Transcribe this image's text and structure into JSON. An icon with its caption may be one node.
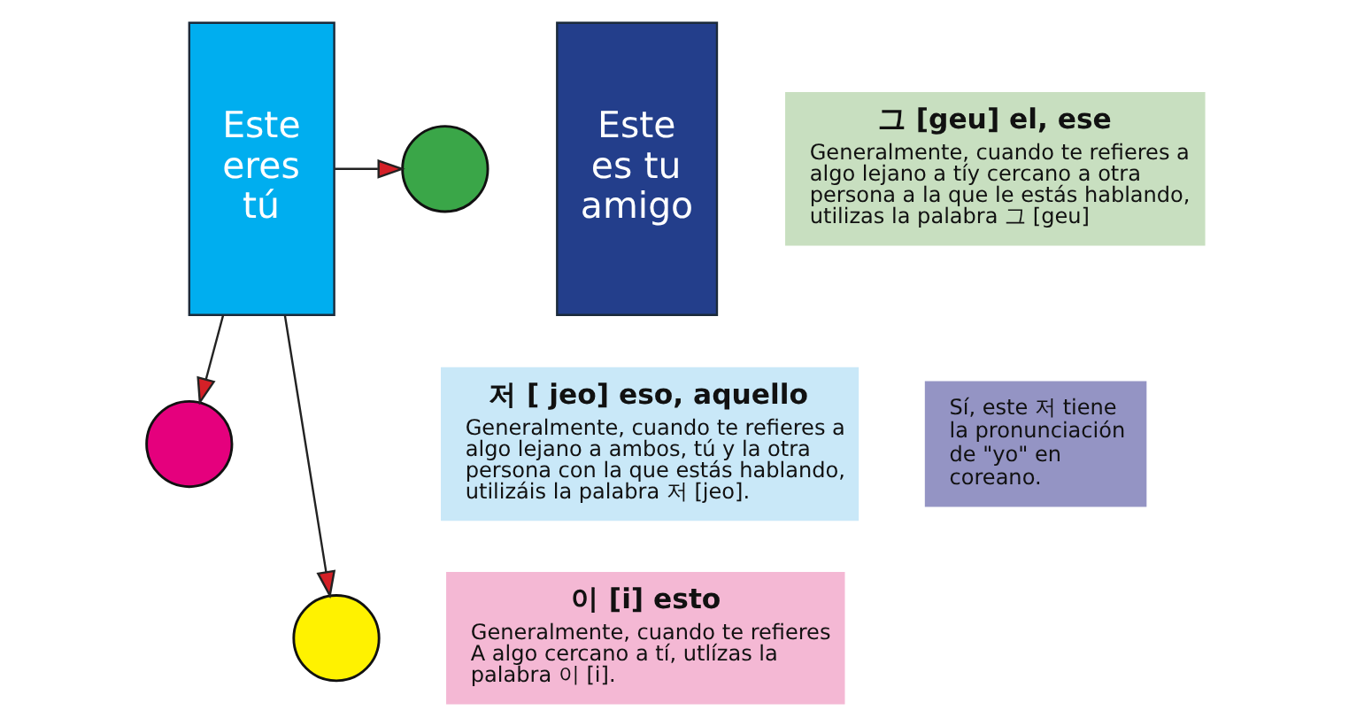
{
  "diagram": {
    "nodes": [
      {
        "text": [
          "Este eres tú"
        ]
      },
      {
        "text": [
          "Este es tu amigo"
        ]
      },
      {
        "text": [
          "그 [geu] el, ese",
          "Generalmente, cuando te refieres a algo lejano a tíy cercano a otra persona a la que le estás hablando, utilizas la palabra 그 [geu]"
        ]
      },
      {
        "text": [],
        "shape": "circle"
      },
      {
        "text": [],
        "shape": "circle"
      },
      {
        "text": [
          "저 [ jeo] eso, aquello",
          "Generalmente, cuando te refieres a algo lejano a ambos, tú y la otra persona con la que estás hablando, utilizáis la palabra 저 [jeo]."
        ]
      },
      {
        "text": [
          "이 [i] esto",
          "Generalmente, cuando te refieres A algo cercano a tí, utlízas la palabra 이 [i]."
        ]
      },
      {
        "text": [
          "Sí, este 저 tiene la pronunciación de \"yo\" en coreano."
        ]
      },
      {
        "text": [],
        "shape": "circle"
      }
    ],
    "edges": [
      {
        "from": 0,
        "to": 3,
        "arrow": "to"
      },
      {
        "from": 0,
        "to": 4,
        "arrow": "to"
      },
      {
        "from": 0,
        "to": 8,
        "arrow": "to"
      }
    ]
  }
}
